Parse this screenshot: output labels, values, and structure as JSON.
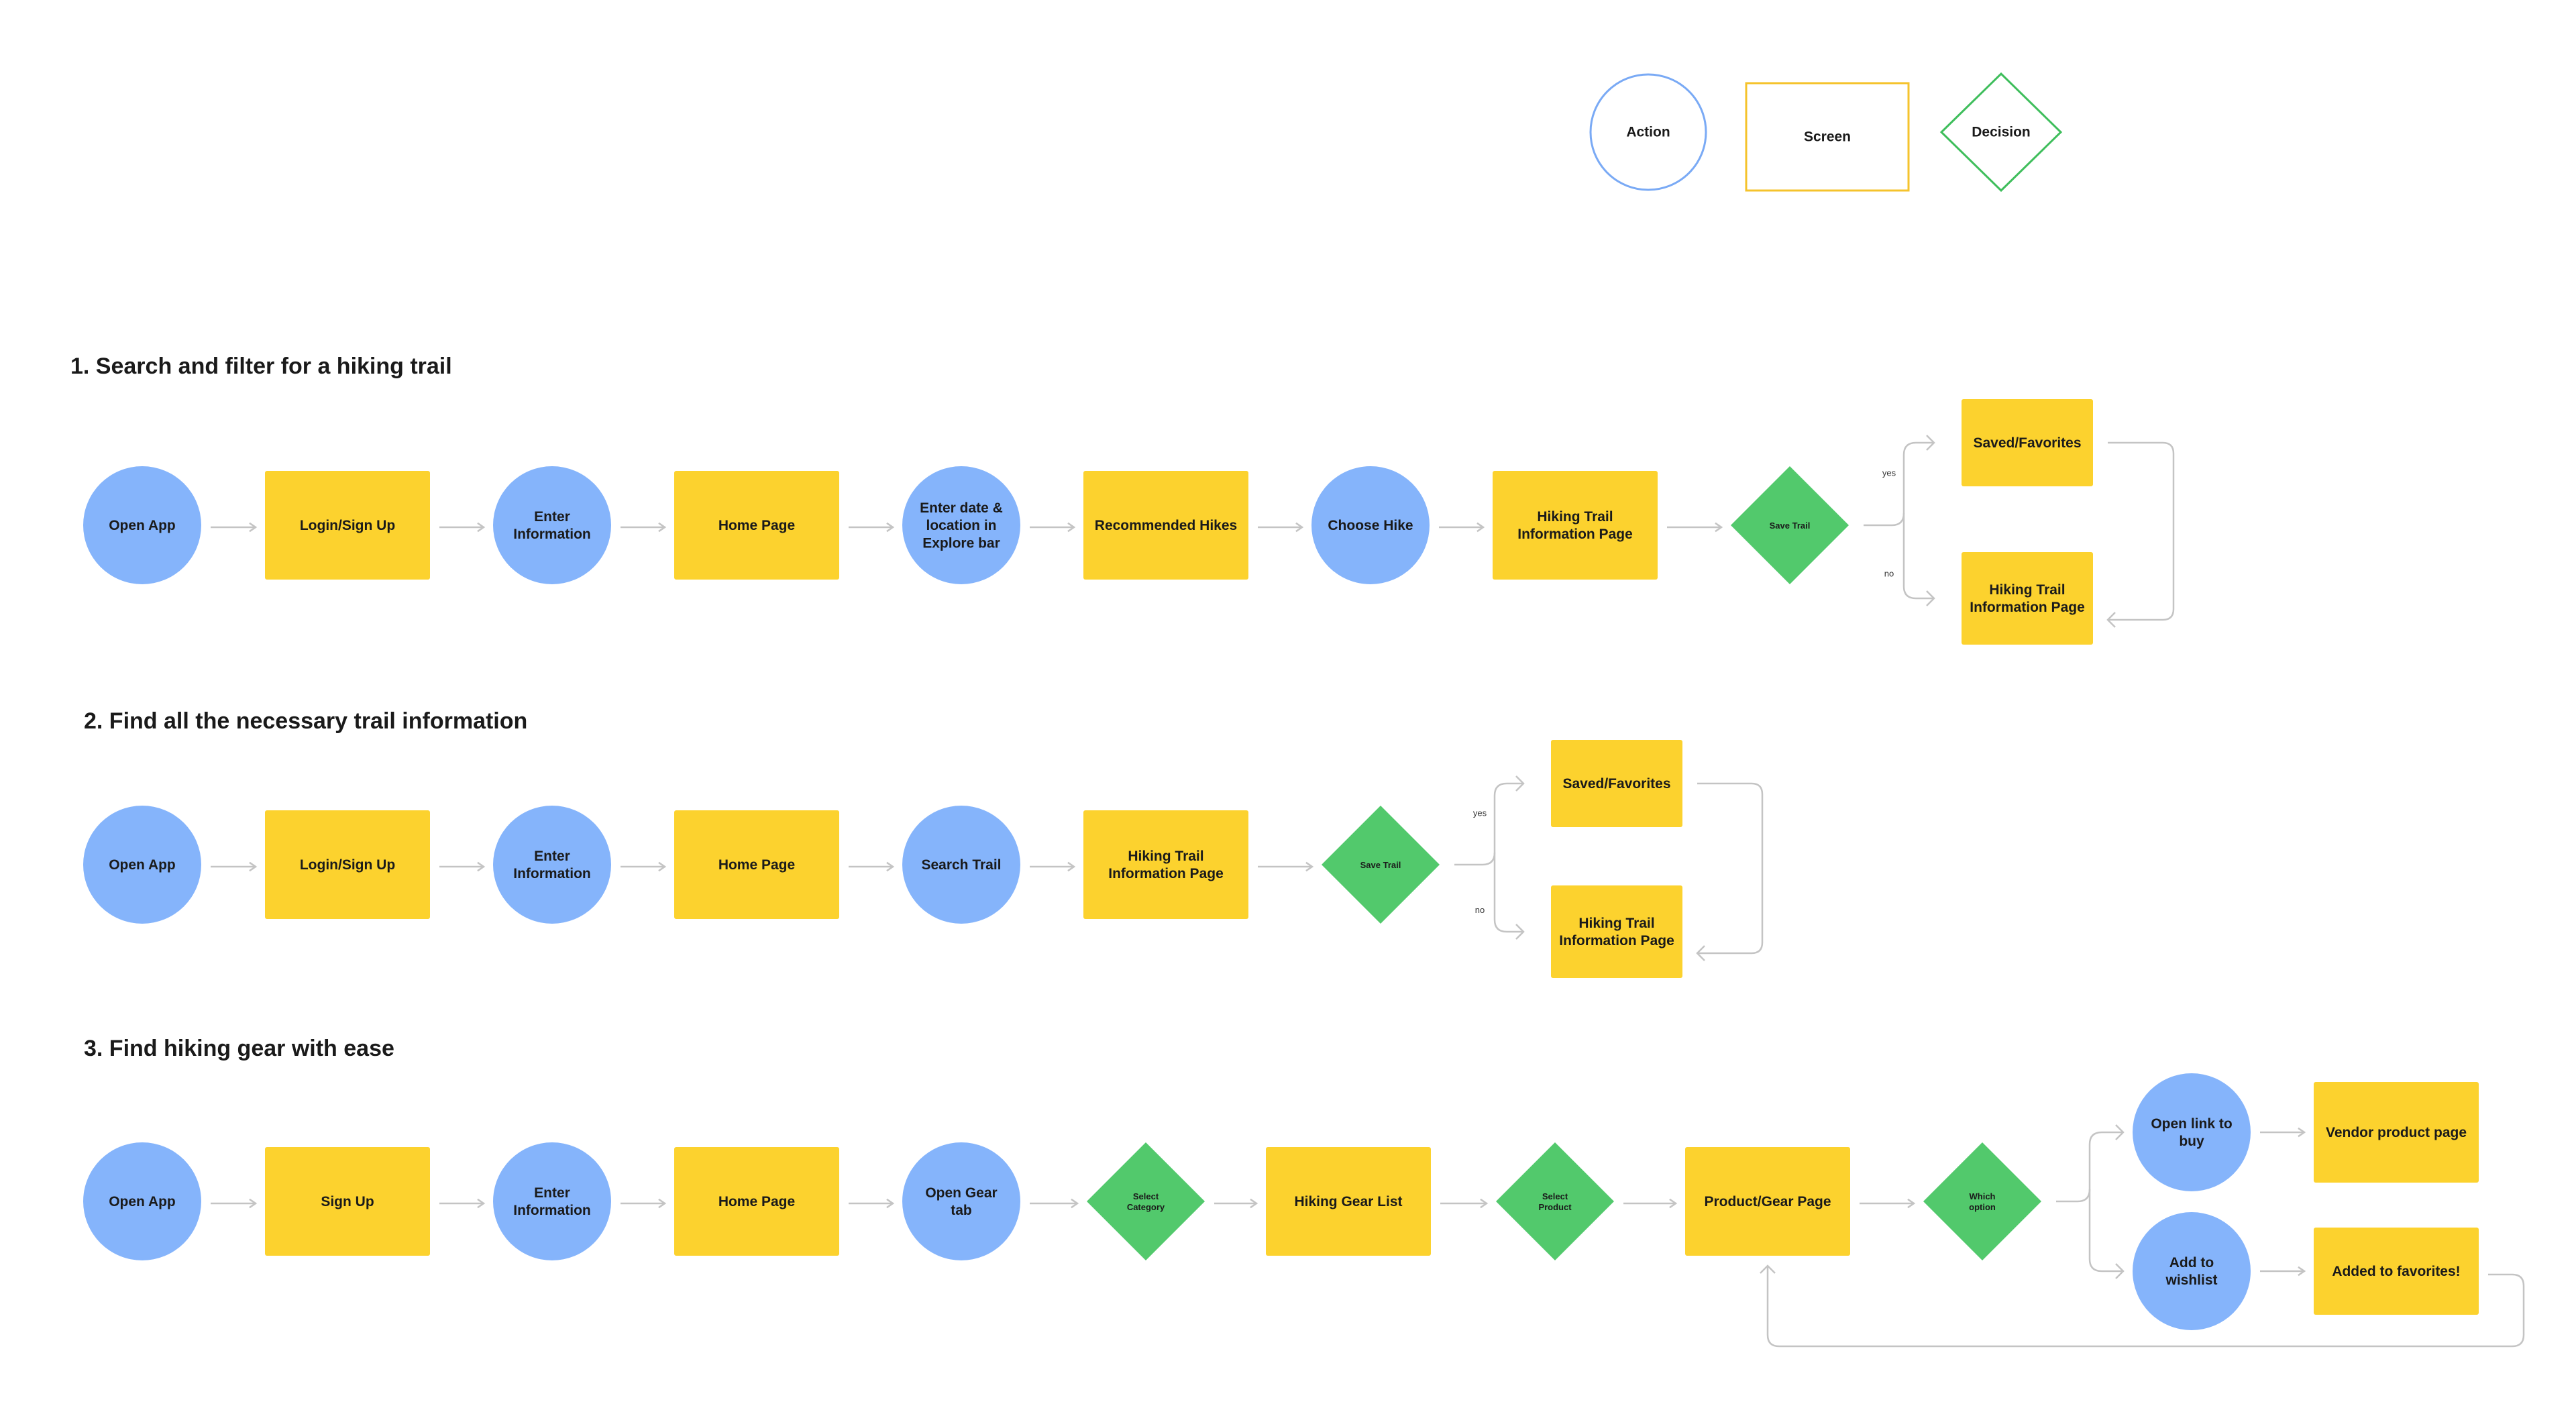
{
  "colors": {
    "action": "#85b4fb",
    "screen": "#fcd22e",
    "decision": "#52c96c",
    "action_outline": "#7aaaf5",
    "screen_outline": "#f5c32c",
    "decision_outline": "#3fbe5c",
    "connector": "#c4c4c4",
    "text": "#1a1a1a"
  },
  "legend": {
    "action": "Action",
    "screen": "Screen",
    "decision": "Decision"
  },
  "flows": [
    {
      "title": "1.  Search and filter for a hiking trail",
      "nodes": [
        {
          "kind": "action",
          "label": [
            "Open App"
          ]
        },
        {
          "kind": "screen",
          "label": [
            "Login/Sign Up"
          ]
        },
        {
          "kind": "action",
          "label": [
            "Enter",
            "Information"
          ]
        },
        {
          "kind": "screen",
          "label": [
            "Home Page"
          ]
        },
        {
          "kind": "action",
          "label": [
            "Enter date &",
            "location in",
            "Explore bar"
          ]
        },
        {
          "kind": "screen",
          "label": [
            "Recommended Hikes"
          ]
        },
        {
          "kind": "action",
          "label": [
            "Choose Hike"
          ]
        },
        {
          "kind": "screen",
          "label": [
            "Hiking Trail",
            "Information Page"
          ]
        },
        {
          "kind": "decision",
          "label": [
            "Save Trail"
          ]
        }
      ],
      "branches": [
        {
          "condition": "yes",
          "kind": "screen",
          "label": [
            "Saved/Favorites"
          ]
        },
        {
          "condition": "no",
          "kind": "screen",
          "label": [
            "Hiking Trail",
            "Information Page"
          ]
        }
      ]
    },
    {
      "title": "2. Find all the necessary trail information",
      "nodes": [
        {
          "kind": "action",
          "label": [
            "Open App"
          ]
        },
        {
          "kind": "screen",
          "label": [
            "Login/Sign Up"
          ]
        },
        {
          "kind": "action",
          "label": [
            "Enter",
            "Information"
          ]
        },
        {
          "kind": "screen",
          "label": [
            "Home Page"
          ]
        },
        {
          "kind": "action",
          "label": [
            "Search Trail"
          ]
        },
        {
          "kind": "screen",
          "label": [
            "Hiking Trail",
            "Information Page"
          ]
        },
        {
          "kind": "decision",
          "label": [
            "Save Trail"
          ]
        }
      ],
      "branches": [
        {
          "condition": "yes",
          "kind": "screen",
          "label": [
            "Saved/Favorites"
          ]
        },
        {
          "condition": "no",
          "kind": "screen",
          "label": [
            "Hiking Trail",
            "Information Page"
          ]
        }
      ]
    },
    {
      "title": "3. Find hiking gear with ease",
      "nodes": [
        {
          "kind": "action",
          "label": [
            "Open App"
          ]
        },
        {
          "kind": "screen",
          "label": [
            "Sign Up"
          ]
        },
        {
          "kind": "action",
          "label": [
            "Enter",
            "Information"
          ]
        },
        {
          "kind": "screen",
          "label": [
            "Home Page"
          ]
        },
        {
          "kind": "action",
          "label": [
            "Open Gear",
            "tab"
          ]
        },
        {
          "kind": "decision",
          "label": [
            "Select",
            "Category"
          ]
        },
        {
          "kind": "screen",
          "label": [
            "Hiking Gear List"
          ]
        },
        {
          "kind": "decision",
          "label": [
            "Select",
            "Product"
          ]
        },
        {
          "kind": "screen",
          "label": [
            "Product/Gear Page"
          ]
        },
        {
          "kind": "decision",
          "label": [
            "Which",
            "option"
          ]
        }
      ],
      "branches": [
        {
          "kind": "action",
          "label": [
            "Open link to",
            "buy"
          ],
          "next": {
            "kind": "screen",
            "label": [
              "Vendor product page"
            ]
          }
        },
        {
          "kind": "action",
          "label": [
            "Add to",
            "wishlist"
          ],
          "next": {
            "kind": "screen",
            "label": [
              "Added to favorites!"
            ]
          }
        }
      ]
    }
  ]
}
